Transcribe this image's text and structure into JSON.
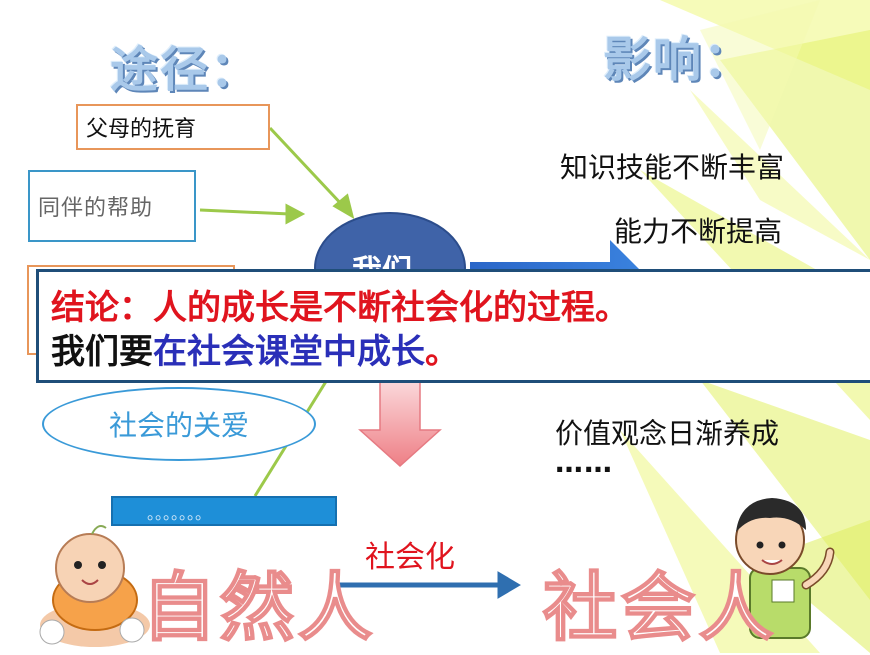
{
  "titles": {
    "path": "途径：",
    "impact": "影响："
  },
  "paths": [
    {
      "label": "父母的抚育"
    },
    {
      "label": "同伴的帮助"
    },
    {
      "label": "社会的关爱"
    }
  ],
  "center_node": {
    "label": "我们"
  },
  "dots_box": {
    "label": "。。。。。。。"
  },
  "impacts": {
    "item1": "知识技能不断丰富",
    "item2": "能力不断提高",
    "item3": "价值观念日渐养成",
    "ellipsis": "……"
  },
  "conclusion": {
    "line1": "结论：人的成长是不断社会化的过程。",
    "line2_prefix": "我们要",
    "line2_highlight": "在社会课堂中成长",
    "line2_suffix": "。"
  },
  "bottom": {
    "natural_person": "自然人",
    "socialization": "社会化",
    "social_person": "社会人"
  },
  "colors": {
    "path_box_orange": "#e8965a",
    "path_box_blue": "#3a96c8",
    "ellipse_border": "#3a9ad8",
    "center_fill": "#3f63a8",
    "arrow_blue": "#2f6fd0",
    "arrow_pink": "#f08a90",
    "green_arrow": "#9cc94a",
    "bg_triangles": "#e9f47a"
  }
}
